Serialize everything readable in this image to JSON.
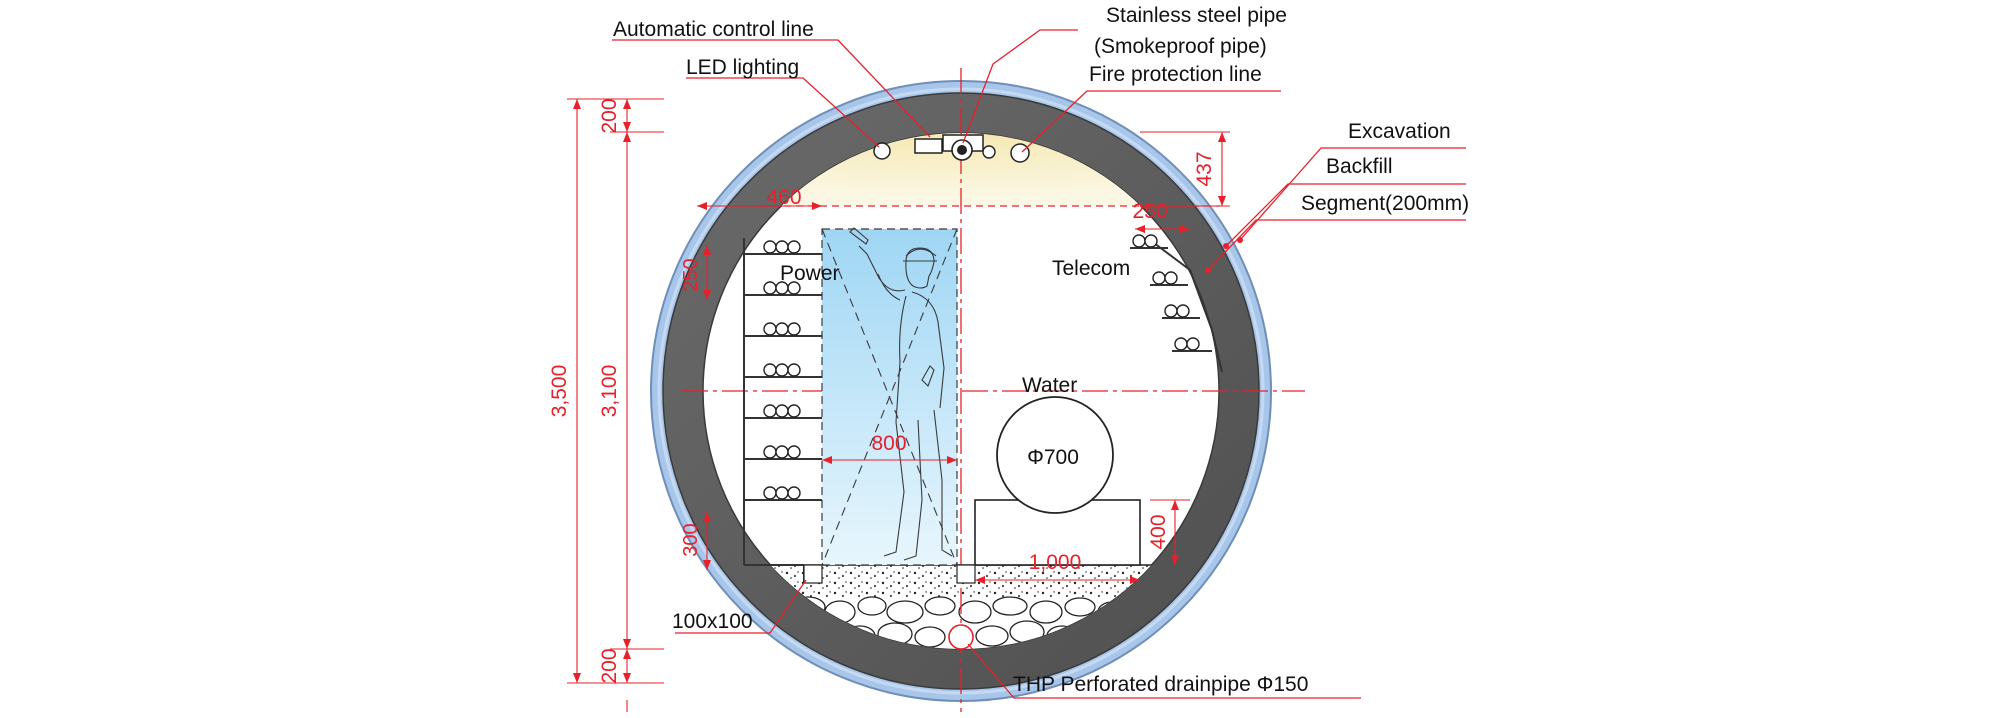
{
  "labels": {
    "automatic_control_line": "Automatic control line",
    "led_lighting": "LED lighting",
    "stainless_pipe_line1": "Stainless steel pipe",
    "stainless_pipe_line2": "(Smokeproof pipe)",
    "fire_protection_line": "Fire protection line",
    "excavation": "Excavation",
    "backfill": "Backfill",
    "segment": "Segment(200mm)",
    "power": "Power",
    "telecom": "Telecom",
    "water": "Water",
    "pipe_diameter": "Φ700",
    "drain_size": "100x100",
    "drainpipe": "THP Perforated drainpipe Φ150"
  },
  "dimensions": {
    "total_height": "3,500",
    "inner_height": "3,100",
    "top_segment": "200",
    "bottom_segment": "200",
    "crown_zone": "437",
    "power_shelf_gap": "460",
    "telecom_shelf_gap": "250",
    "shelf_spacing": "250",
    "shelf_bottom": "300",
    "walkway_width": "800",
    "water_base_height": "400",
    "water_base_width": "1,000"
  },
  "colors": {
    "dimension": "#e8202a",
    "outer_ring": "#a8c6ea",
    "segment_ring": "#5f5f5f",
    "lighting_zone": "#f7efc5",
    "walkway": "#bfe3f7"
  }
}
